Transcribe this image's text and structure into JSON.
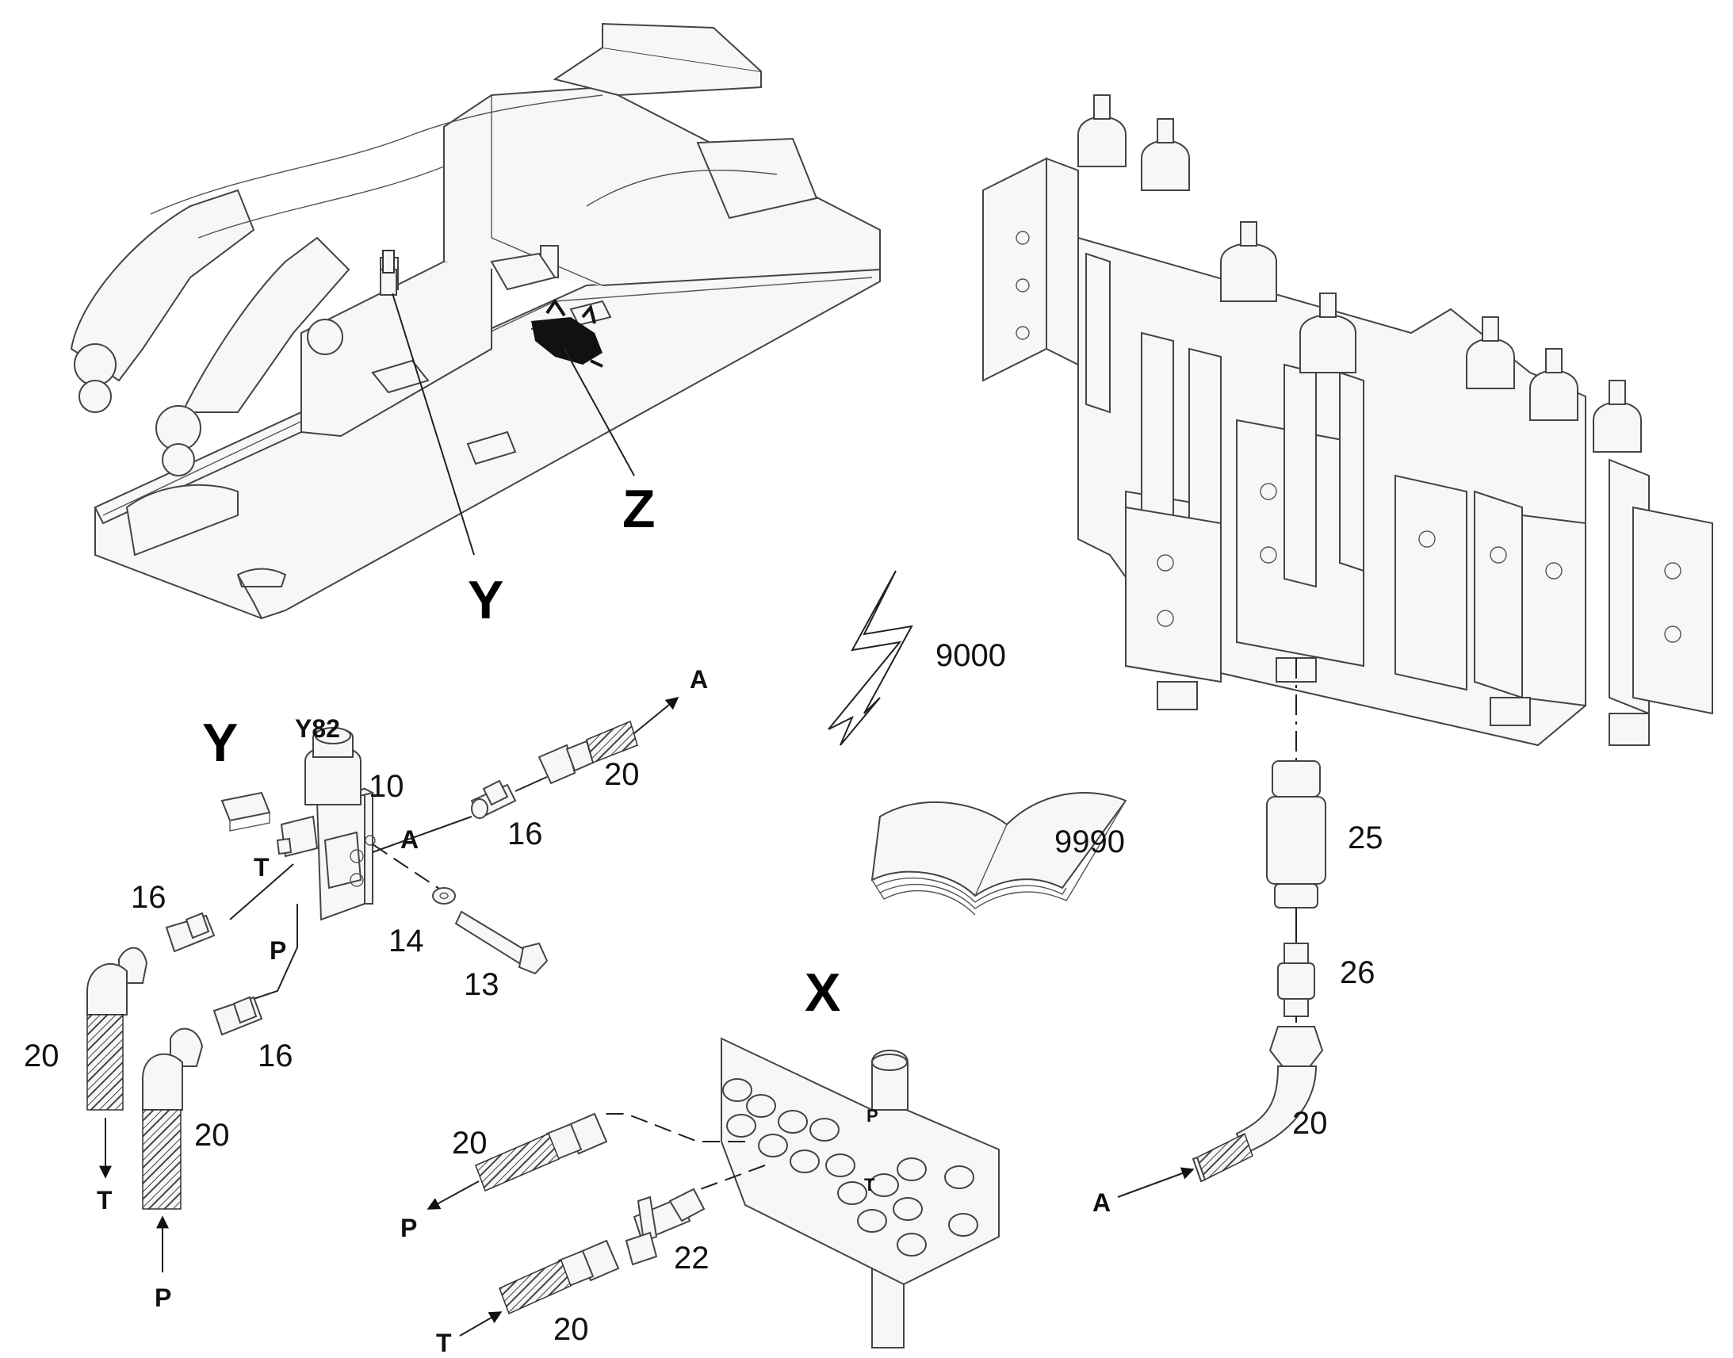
{
  "views": {
    "y_label": "Y",
    "z_label": "Z",
    "detail_y_title": "Y",
    "detail_x_title": "X"
  },
  "component": {
    "y82": "Y82"
  },
  "callouts": {
    "c10": "10",
    "c13": "13",
    "c14": "14",
    "c16": "16",
    "c20": "20",
    "c22": "22",
    "c25": "25",
    "c26": "26",
    "c9000": "9000",
    "c9990": "9990"
  },
  "ports": {
    "A": "A",
    "P": "P",
    "T": "T"
  }
}
